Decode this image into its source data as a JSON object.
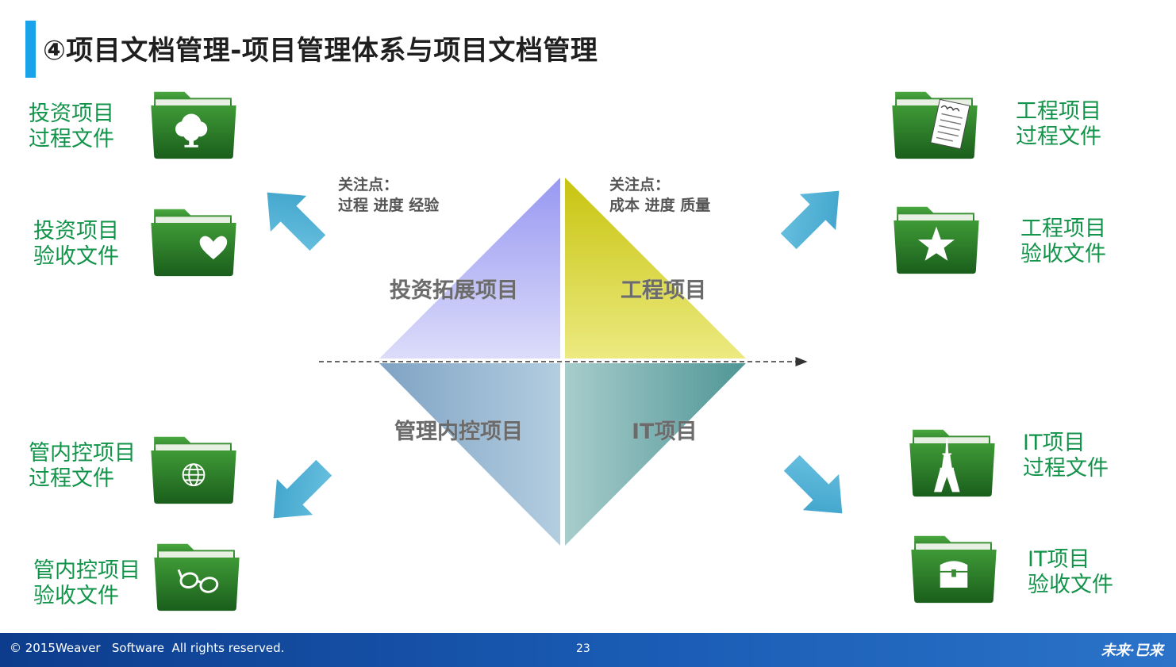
{
  "title": "④项目文档管理-项目管理体系与项目文档管理",
  "quadrants": {
    "top_left": "投资拓展项目",
    "top_right": "工程项目",
    "bottom_left": "管理内控项目",
    "bottom_right": "IT项目"
  },
  "focus_left": {
    "heading": "关注点：",
    "items": "过程  进度 经验"
  },
  "focus_right": {
    "heading": "关注点：",
    "items": "成本 进度 质量"
  },
  "labels": {
    "invest_process": [
      "投资项目",
      "过程文件"
    ],
    "invest_accept": [
      "投资项目",
      "验收文件"
    ],
    "mgmt_process": [
      "管内控项目",
      "过程文件"
    ],
    "mgmt_accept": [
      "管内控项目",
      "验收文件"
    ],
    "eng_process": [
      "工程项目",
      "过程文件"
    ],
    "eng_accept": [
      "工程项目",
      "验收文件"
    ],
    "it_process": [
      "IT项目",
      "过程文件"
    ],
    "it_accept": [
      "IT项目",
      "验收文件"
    ]
  },
  "icons": {
    "invest_process": "tree-icon",
    "invest_accept": "heart-icon",
    "mgmt_process": "globe-icon",
    "mgmt_accept": "glasses-icon",
    "eng_process": "notepad-icon",
    "eng_accept": "star-icon",
    "it_process": "eiffel-tower-icon",
    "it_accept": "treasure-chest-icon"
  },
  "colors": {
    "accent": "#1aa3e8",
    "label_green": "#12934a",
    "folder_green": "#2f8a2c",
    "arrow_blue": "#4fb3d6",
    "quad_tl": "#a6a6f5",
    "quad_tr": "#d4d02a",
    "quad_bl": "#8cb0cc",
    "quad_br": "#5fa3a3"
  },
  "footer": {
    "copyright": "© 2015Weaver   Software  All rights reserved.",
    "page": "23",
    "logo": "未来·已来"
  }
}
